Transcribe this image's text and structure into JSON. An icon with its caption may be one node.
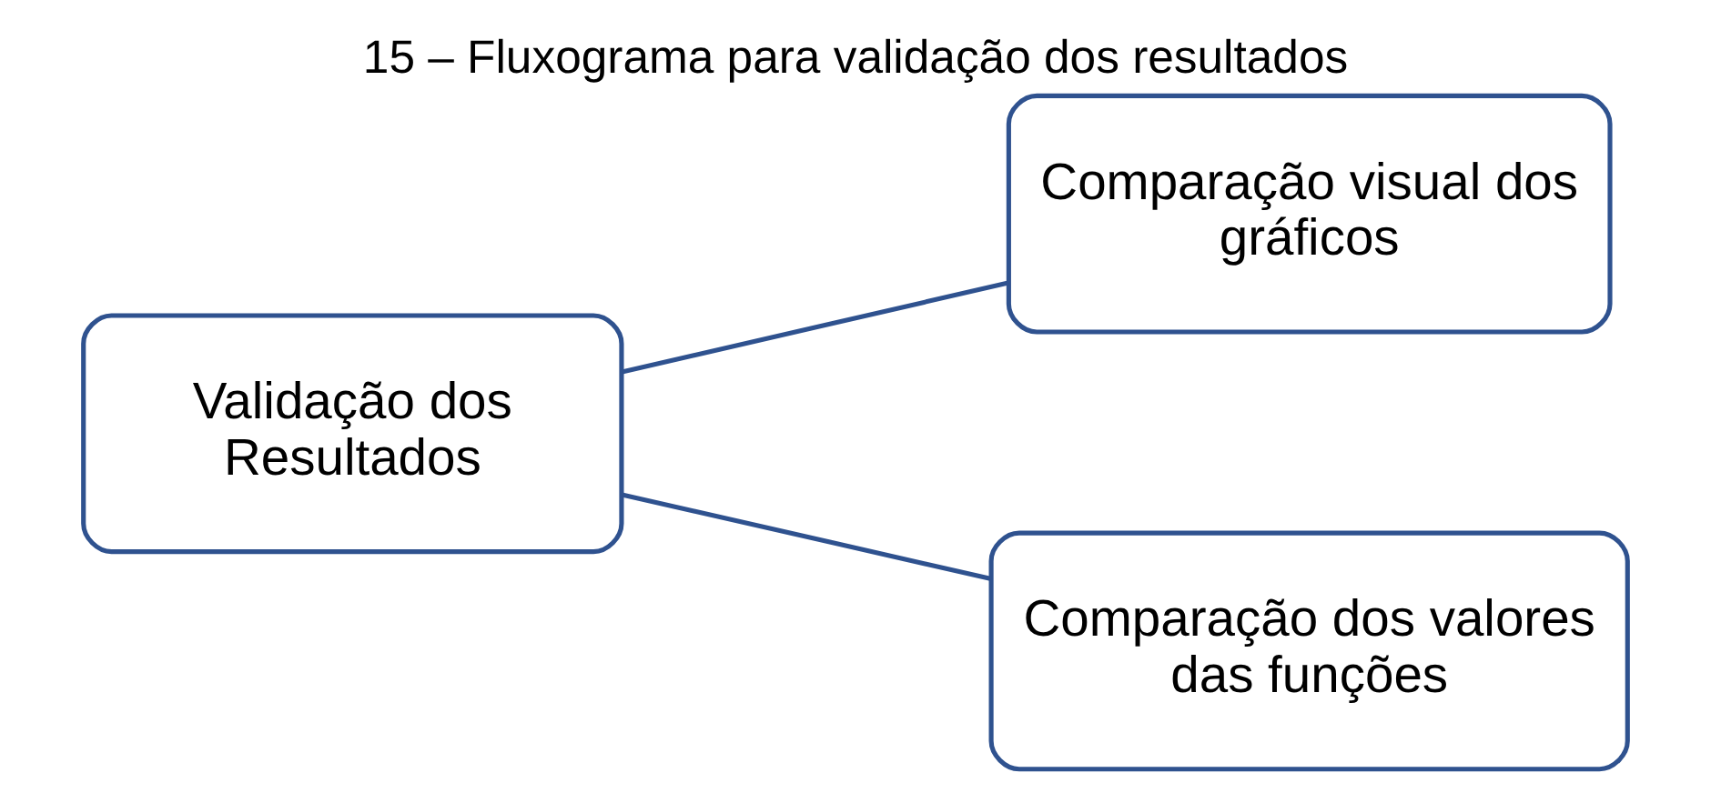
{
  "diagram": {
    "title": "15 – Fluxograma para validação dos resultados",
    "nodes": [
      {
        "text": [
          "Validação dos Resultados"
        ]
      },
      {
        "text": [
          "Comparação visual dos gráficos"
        ]
      },
      {
        "text": [
          "Comparação dos valores das funções"
        ]
      }
    ],
    "edges": [
      {
        "from": 0,
        "to": 1,
        "arrow": "none"
      },
      {
        "from": 0,
        "to": 2,
        "arrow": "none"
      }
    ]
  }
}
